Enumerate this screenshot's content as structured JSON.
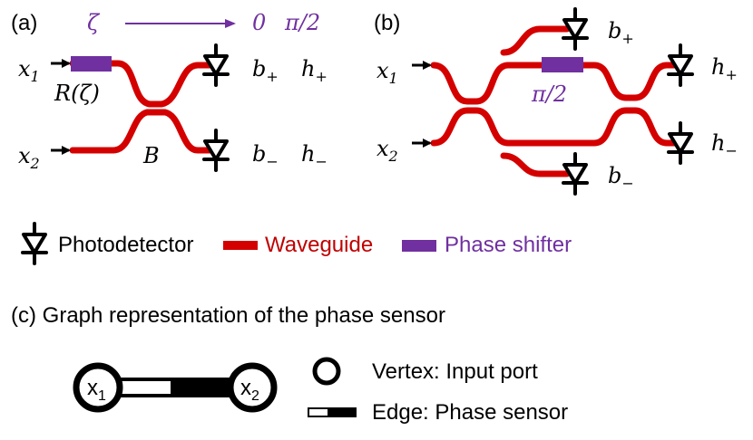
{
  "panels": {
    "a": {
      "label": "(a)"
    },
    "b": {
      "label": "(b)"
    },
    "c": {
      "label": "(c) Graph representation of the phase sensor"
    }
  },
  "symbols": {
    "zeta": "ζ",
    "zero": "0",
    "pi_half": "π/2",
    "x": "x",
    "one": "1",
    "two": "2",
    "R_zeta": "R(ζ)",
    "B": "B",
    "b": "b",
    "h": "h",
    "plus": "+",
    "minus": "−",
    "node_x": "x"
  },
  "legend": {
    "photodetector": "Photodetector",
    "waveguide": "Waveguide",
    "phase_shifter": "Phase shifter",
    "vertex": "Vertex: Input port",
    "edge": "Edge: Phase sensor"
  },
  "colors": {
    "waveguide": "#d40000",
    "phase_shifter": "#7030a0",
    "text_purple": "#7030a0",
    "text_red": "#c00000"
  }
}
